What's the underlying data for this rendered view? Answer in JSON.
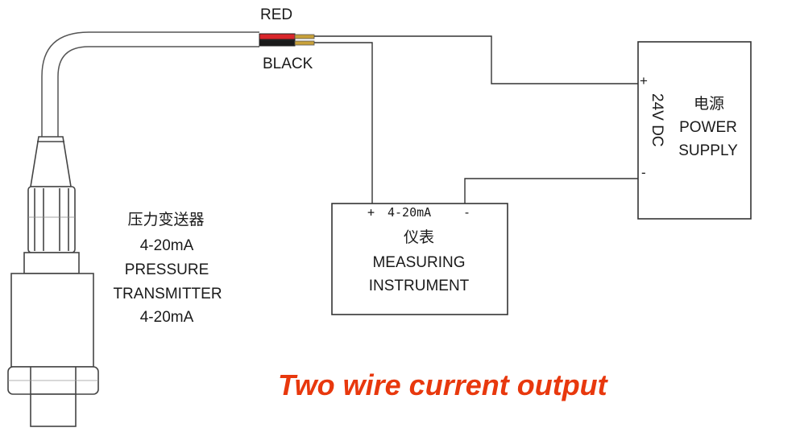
{
  "wire_labels": {
    "red": "RED",
    "black": "BLACK"
  },
  "transmitter": {
    "name_cn": "压力变送器",
    "range_top": "4-20mA",
    "name_en_1": "PRESSURE",
    "name_en_2": "TRANSMITTER",
    "range_bottom": "4-20mA"
  },
  "instrument": {
    "plus": "+",
    "range": "4-20mA",
    "minus": "-",
    "name_cn": "仪表",
    "name_en_1": "MEASURING",
    "name_en_2": "INSTRUMENT"
  },
  "power_supply": {
    "plus": "+",
    "voltage": "24V DC",
    "minus": "-",
    "name_cn": "电源",
    "name_en_1": "POWER",
    "name_en_2": "SUPPLY"
  },
  "caption": "Two wire current output",
  "colors": {
    "caption": "#e8380d",
    "red_wire": "#d9262b",
    "black_wire": "#1a1a1a",
    "wire_tip": "#c8a13a",
    "line": "#333333"
  }
}
